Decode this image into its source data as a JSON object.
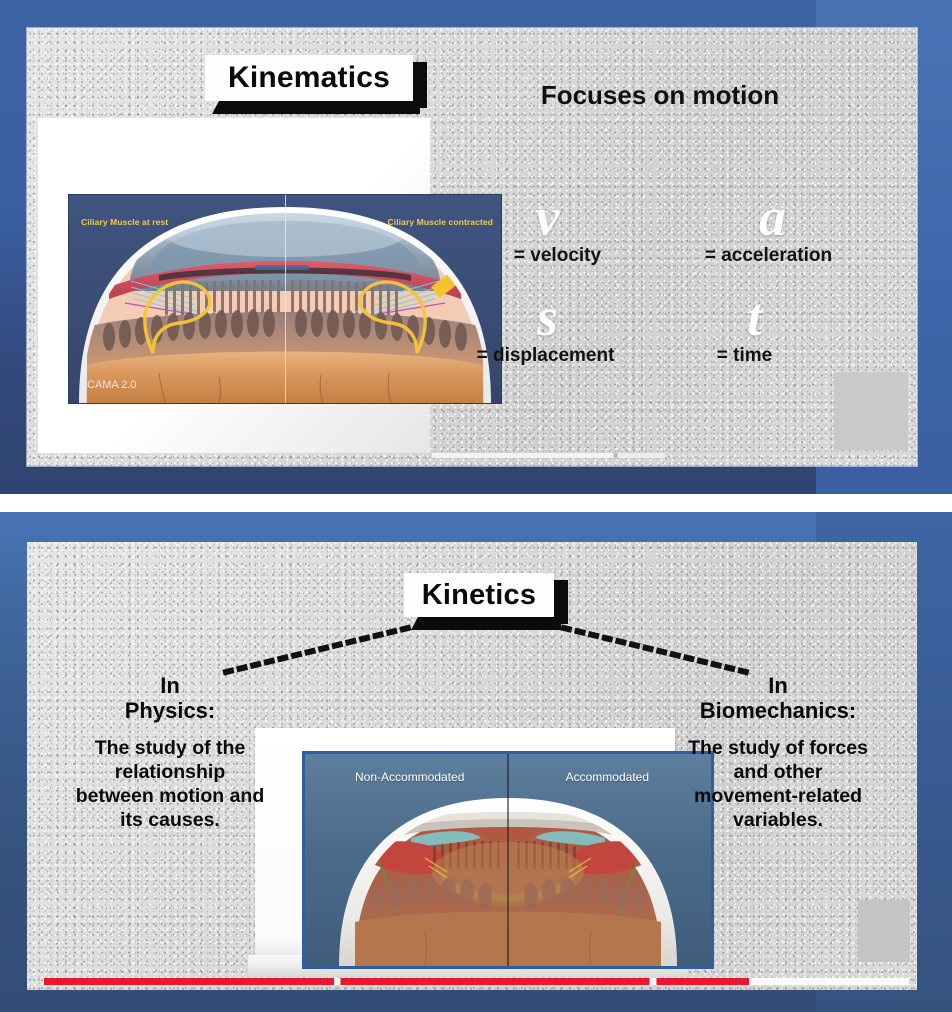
{
  "colors": {
    "panel_blue": "#3a5fa2",
    "panel_blue_light": "#4874b8",
    "slide_gray": "#d9d9d9",
    "plate_white": "#fdfdfd",
    "plate_shadow": "#0b0b0b",
    "accent_yellow": "#f6c945",
    "progress_red": "#e8192c",
    "eye_blue": "#3c4f79"
  },
  "panel_kinematics": {
    "title_plate": "Kinematics",
    "heading": "Focuses on motion",
    "symbols": [
      {
        "glyph": "v",
        "label": "= velocity"
      },
      {
        "glyph": "a",
        "label": "= acceleration"
      },
      {
        "glyph": "s",
        "label": "= displacement"
      },
      {
        "glyph": "t",
        "label": "= time"
      }
    ],
    "eye_figure": {
      "label_left": "Ciliary Muscle at rest",
      "label_right": "Ciliary Muscle contracted",
      "watermark": "CAMA 2.0"
    }
  },
  "panel_kinetics": {
    "title_plate": "Kinetics",
    "columns": [
      {
        "heading": "In\nPhysics:",
        "body": "The study of the relationship between motion and its causes."
      },
      {
        "heading": "In\nBiomechanics:",
        "body": "The study of forces and other movement-related variables."
      }
    ],
    "eye_figure": {
      "label_left": "Non-Accommodated",
      "label_right": "Accommodated"
    }
  }
}
